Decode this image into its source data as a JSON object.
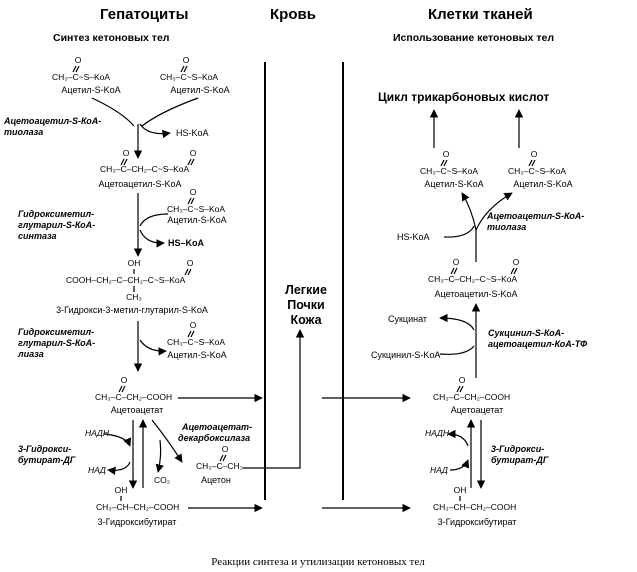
{
  "headers": {
    "hepatocytes": "Гепатоциты",
    "blood": "Кровь",
    "tissue_cells": "Клетки тканей",
    "synthesis": "Синтез кетоновых тел",
    "utilization": "Использование кетоновых тел"
  },
  "left": {
    "acetyl_formula_1": "CH₃–C~S–KoA",
    "acetyl_formula_2": "CH₃–C~S–KoA",
    "acetyl_o_1": "O",
    "acetyl_o_2": "O",
    "acetyl_name_1": "Ацетил-S-KoA",
    "acetyl_name_2": "Ацетил-S-KoA",
    "enzyme_thiolase": [
      "Ацетоацетил-S-КоА-",
      "тиолаза"
    ],
    "hs_koa_1": "HS-KoA",
    "acetoacetyl_formula": "CH₃–C–CH₂–C~S–KoA",
    "acetoacetyl_o_1": "O",
    "acetoacetyl_o_2": "O",
    "acetoacetyl_name": "Ацетоацетил-S-KoA",
    "enzyme_hmg_synthase": [
      "Гидроксиметил-",
      "глутарил-S-КоА-",
      "синтаза"
    ],
    "acetyl_formula_3": "CH₃–C~S–KoA",
    "acetyl_o_3": "O",
    "acetyl_name_3": "Ацетил-S-KoA",
    "hs_koa_2": "HS–KoA",
    "hmg_oh": "OH",
    "hmg_formula": "COOH–CH₂–C–CH₂–C~S–KoA",
    "hmg_ch3": "CH₃",
    "hmg_o": "O",
    "hmg_name": "3-Гидрокси-3-метил-глутарил-S-KoA",
    "enzyme_hmg_lyase": [
      "Гидроксиметил-",
      "глутарил-S-КоА-",
      "лиаза"
    ],
    "acetyl_formula_4": "CH₃–C~S–KoA",
    "acetyl_o_4": "O",
    "acetyl_name_4": "Ацетил-S-KoA",
    "acetoacetate_formula": "CH₃–C–CH₂–COOH",
    "acetoacetate_o": "O",
    "acetoacetate_name": "Ацетоацетат",
    "enzyme_decarboxylase": [
      "Ацетоацетат-",
      "декарбоксилаза"
    ],
    "enzyme_bhb_dh": [
      "3-Гидрокси-",
      "бутират-ДГ"
    ],
    "nadh": "НАДН",
    "nad": "НАД",
    "co2": "CO₂",
    "acetone_formula": "CH₃–C–CH₃",
    "acetone_o": "O",
    "acetone_name": "Ацетон",
    "bhb_oh": "OH",
    "bhb_formula": "CH₃–CH–CH₂–COOH",
    "bhb_name": "3-Гидроксибутират"
  },
  "middle": {
    "organs": [
      "Легкие",
      "Почки",
      "Кожа"
    ]
  },
  "right": {
    "tca_cycle": "Цикл трикарбоновых кислот",
    "acetyl_formula_1": "CH₃–C~S–KoA",
    "acetyl_formula_2": "CH₃–C~S–KoA",
    "acetyl_o_1": "O",
    "acetyl_o_2": "O",
    "acetyl_name_1": "Ацетил-S-KoA",
    "acetyl_name_2": "Ацетил-S-KoA",
    "hs_koa": "HS-KoA",
    "enzyme_thiolase": [
      "Ацетоацетил-S-КоА-",
      "тиолаза"
    ],
    "acetoacetyl_formula": "CH₃–C–CH₂–C~S–KoA",
    "acetoacetyl_o_1": "O",
    "acetoacetyl_o_2": "O",
    "acetoacetyl_name": "Ацетоацетил-S-KoA",
    "succinate": "Сукцинат",
    "succinyl_koa": "Сукцинил-S-KoA",
    "enzyme_transferase": [
      "Сукцинил-S-КоА-",
      "ацетоацетил-КоА-ТФ"
    ],
    "acetoacetate_formula": "CH₃–C–CH₂–COOH",
    "acetoacetate_o": "O",
    "acetoacetate_name": "Ацетоацетат",
    "nadh": "НАДН",
    "nad": "НАД",
    "enzyme_bhb_dh": [
      "3-Гидрокси-",
      "бутират-ДГ"
    ],
    "bhb_oh": "OH",
    "bhb_formula": "CH₃–CH–CH₂–COOH",
    "bhb_name": "3-Гидроксибутират"
  },
  "caption": "Реакции синтеза и утилизации кетоновых тел"
}
